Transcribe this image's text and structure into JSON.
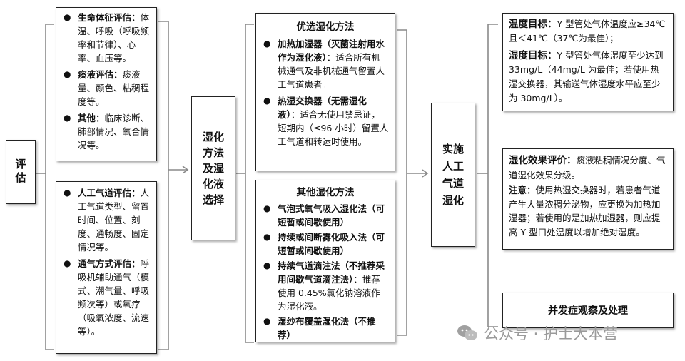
{
  "assess": {
    "label": "评估",
    "group1": [
      {
        "head": "生命体征评估：",
        "body": "体温、呼吸（呼吸频率和节律）、心率、血压等。"
      },
      {
        "head": "痰液评估：",
        "body": "痰液量、颜色、粘稠程度等。"
      },
      {
        "head": "其他：",
        "body": "临床诊断、肺部情况、氧合情况等。"
      }
    ],
    "group2": [
      {
        "head": "人工气道评估：",
        "body": "人工气道类型、留置时间、位置、刻度、通畅度、固定情况等。"
      },
      {
        "head": "通气方式评估：",
        "body": "呼吸机辅助通气（模式、潮气量、呼吸频次等）或氧疗（吸氧浓度、流速等）。"
      }
    ]
  },
  "select": {
    "label": "湿化方法及湿化液选择"
  },
  "preferred": {
    "title": "优选湿化方法",
    "items": [
      {
        "head": "加热加湿器（灭菌注射用水作为湿化液）",
        "body": "：适合所有机械通气及非机械通气留置人工气道患者。"
      },
      {
        "head": "热湿交换器（无需湿化液）",
        "body": "：适合无使用禁忌证，短期内（≤96 小时）留置人工气道和转运时使用。"
      }
    ]
  },
  "other": {
    "title": "其他湿化方法",
    "items": [
      {
        "head": "气泡式氧气吸入湿化法（可短暂或间歇使用）",
        "body": ""
      },
      {
        "head": "持续或间断雾化吸入法（可短暂或间歇使用）",
        "body": ""
      },
      {
        "head": "持续气道滴注法（不推荐采用间歇气道滴注法）",
        "body": "：推荐使用 0.45%氯化钠溶液作为湿化液。"
      },
      {
        "head": "湿纱布覆盖湿化法（不推荐）",
        "body": ""
      }
    ]
  },
  "implement": {
    "label": "实施人工气道湿化"
  },
  "targets": {
    "temp_head": "温度目标：",
    "temp_body": "Y 型管处气体温度应≥34℃且＜41℃（37℃为最佳）；",
    "hum_head": "湿度目标：",
    "hum_body": "Y 型管处气体湿度至少达到 33mg/L（44mg/L 为最佳；若使用热湿交换器，其输送气体湿度水平应至少为 30mg/L）。"
  },
  "eval": {
    "head": "湿化效果评价：",
    "body": "痰液粘稠情况分度、气道湿化效果分级。",
    "note_head": "注意：",
    "note_body": "使用热湿交换器时，若患者气道产生大量浓稠分泌物，应更换为加热加湿器；若使用的是加热加湿器，则应提高 Y 型口处温度以增加绝对湿度。"
  },
  "complication": {
    "label": "并发症观察及处理"
  },
  "watermark": {
    "text": "公众号 · 护士大本营"
  }
}
